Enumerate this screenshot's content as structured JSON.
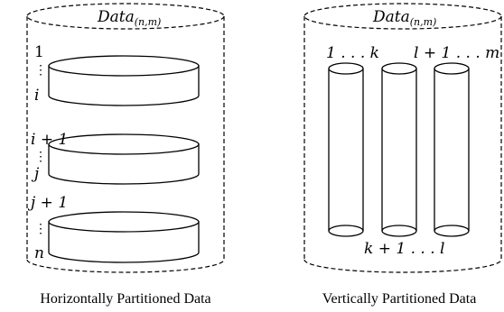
{
  "left": {
    "title_base": "Data",
    "title_sub": "(n,m)",
    "caption": "Horizontally Partitioned Data",
    "row_labels": [
      "1",
      "i",
      "i + 1",
      "j",
      "j + 1",
      "n"
    ]
  },
  "right": {
    "title_base": "Data",
    "title_sub": "(n,m)",
    "caption": "Vertically Partitioned Data",
    "column_labels": [
      "1 . . . k",
      "l + 1 . . . m",
      "k + 1 . . . l"
    ]
  }
}
